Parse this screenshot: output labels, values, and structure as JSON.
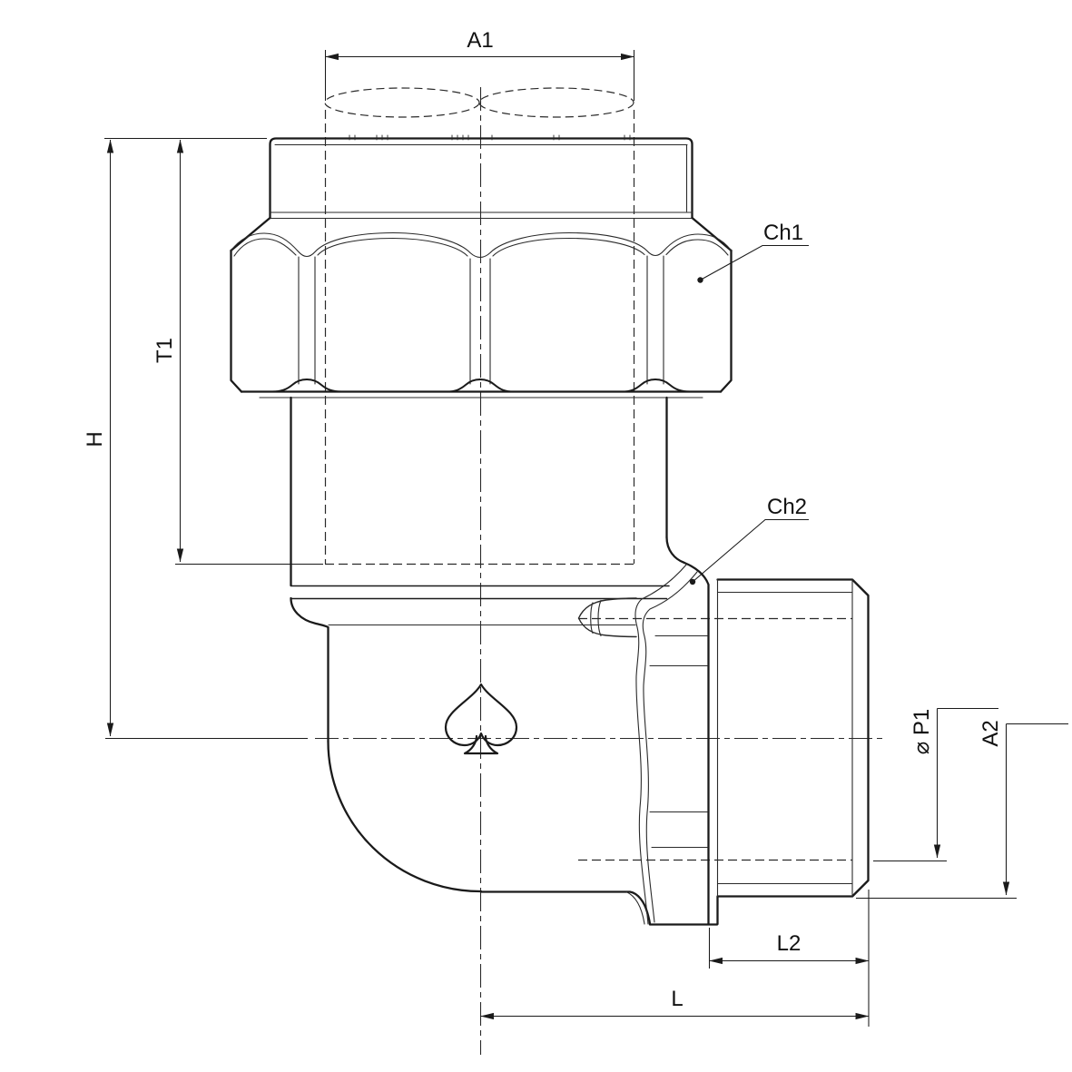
{
  "drawing": {
    "background": "#ffffff",
    "line_color": "#1a1a1a",
    "labels": {
      "a1": "A1",
      "h": "H",
      "t1": "T1",
      "ch1": "Ch1",
      "ch2": "Ch2",
      "p1": "⌀ P1",
      "a2": "A2",
      "l2": "L2",
      "l": "L"
    },
    "logo_icon": "spade-outline"
  }
}
